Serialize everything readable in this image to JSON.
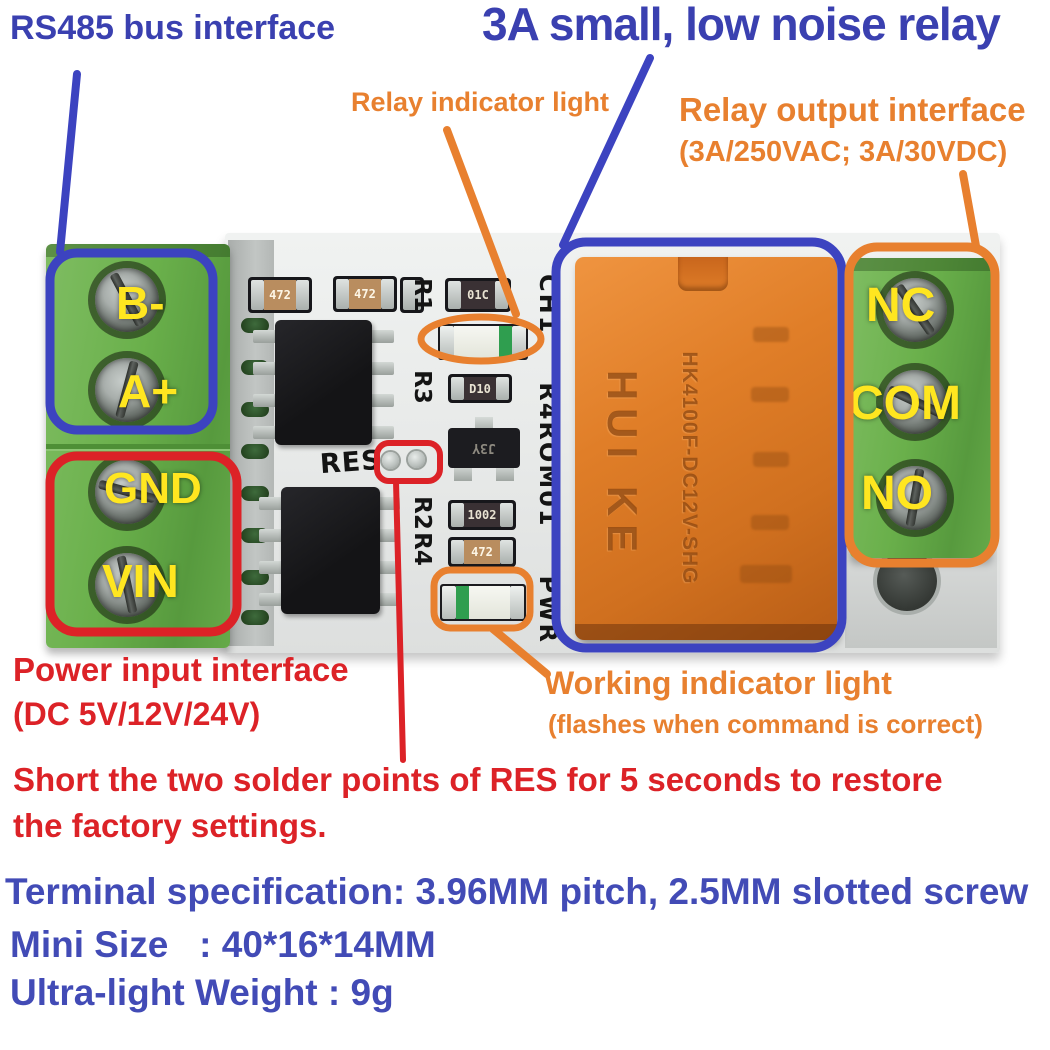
{
  "annotations": {
    "rs485": "RS485 bus interface",
    "title": "3A small, low noise relay",
    "relay_indicator": "Relay indicator light",
    "relay_output": "Relay output interface",
    "relay_output_sub": "(3A/250VAC; 3A/30VDC)",
    "power_input": "Power input interface",
    "power_input_sub": "(DC 5V/12V/24V)",
    "working_indicator": "Working indicator light",
    "working_indicator_sub": "(flashes when command is correct)",
    "res_note_line1": "Short the two solder points of RES for 5 seconds to restore",
    "res_note_line2": "the factory settings."
  },
  "specs": {
    "terminal": "Terminal specification: 3.96MM pitch, 2.5MM slotted screw",
    "size": "Mini Size   : 40*16*14MM",
    "weight": "Ultra-light Weight : 9g"
  },
  "board": {
    "left_terminals": [
      "B-",
      "A+",
      "GND",
      "VIN"
    ],
    "right_terminals": [
      "NC",
      "COM",
      "NO"
    ],
    "silkscreen": {
      "r1": "R1",
      "r3": "R3",
      "r2": "R2",
      "r4": "R4",
      "res": "RES",
      "vert_a": "CH1",
      "vert_b": "R4ROM01",
      "vert_c": "PWR"
    },
    "components": {
      "res_top_1": "472",
      "res_top_2": "472",
      "diode_1": "01C",
      "diode_2": "D10",
      "transistor": "J3Y",
      "res_mid": "1002",
      "res_bot": "472"
    },
    "relay": {
      "brand": "HUI KE",
      "model": "HK4100F-DC12V-SHG"
    }
  },
  "colors": {
    "annotation_blue": "#3a40b0",
    "annotation_orange": "#e8802f",
    "annotation_red": "#dc2227",
    "spec_blue": "#424bb6",
    "terminal_yellow": "#ffe620",
    "terminal_green": "#6ab04b",
    "relay_orange": "#e07e28"
  }
}
